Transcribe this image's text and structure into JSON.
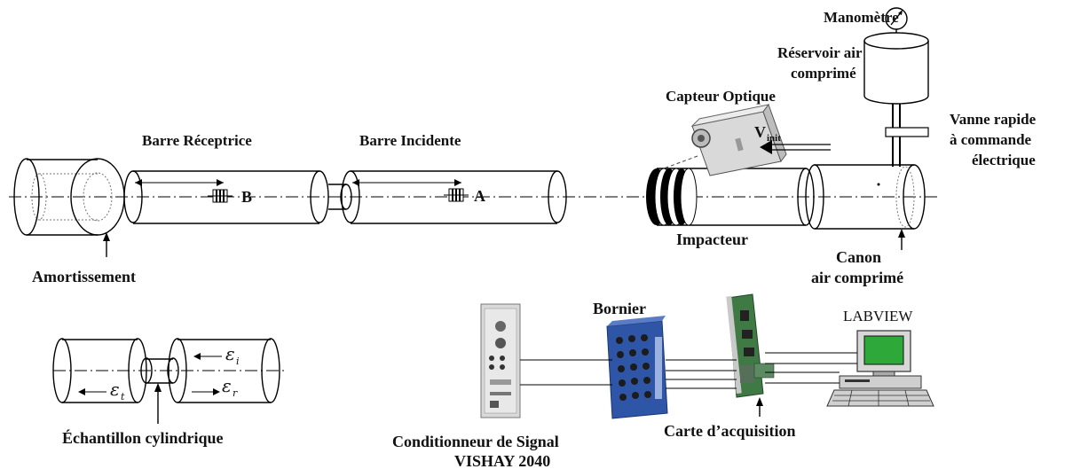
{
  "labels": {
    "manometre": "Manomètre",
    "reservoir_1": "Réservoir air",
    "reservoir_2": "comprimé",
    "capteur_optique": "Capteur Optique",
    "vanne_1": "Vanne rapide",
    "vanne_2": "à commande",
    "vanne_3": "électrique",
    "barre_receptrice": "Barre Réceptrice",
    "barre_incidente": "Barre Incidente",
    "v_init_main": "V",
    "v_init_sub": "init",
    "gauge_b": "B",
    "gauge_a": "A",
    "impacteur": "Impacteur",
    "canon_1": "Canon",
    "canon_2": "air comprimé",
    "amortissement": "Amortissement",
    "bornier": "Bornier",
    "labview": "LABVIEW",
    "echantillon": "Échantillon cylindrique",
    "conditionneur_1": "Conditionneur de Signal",
    "conditionneur_2": "VISHAY 2040",
    "carte": "Carte d’acquisition",
    "eps_i": "ε",
    "eps_i_sub": "i",
    "eps_r": "ε",
    "eps_r_sub": "r",
    "eps_t": "ε",
    "eps_t_sub": "t"
  },
  "colors": {
    "ink": "#000000",
    "screen_green": "#2fa83a",
    "bornier_blue": "#2f55a6",
    "card_green": "#3f7a45",
    "conditioner_grey": "#d8d8d8"
  }
}
